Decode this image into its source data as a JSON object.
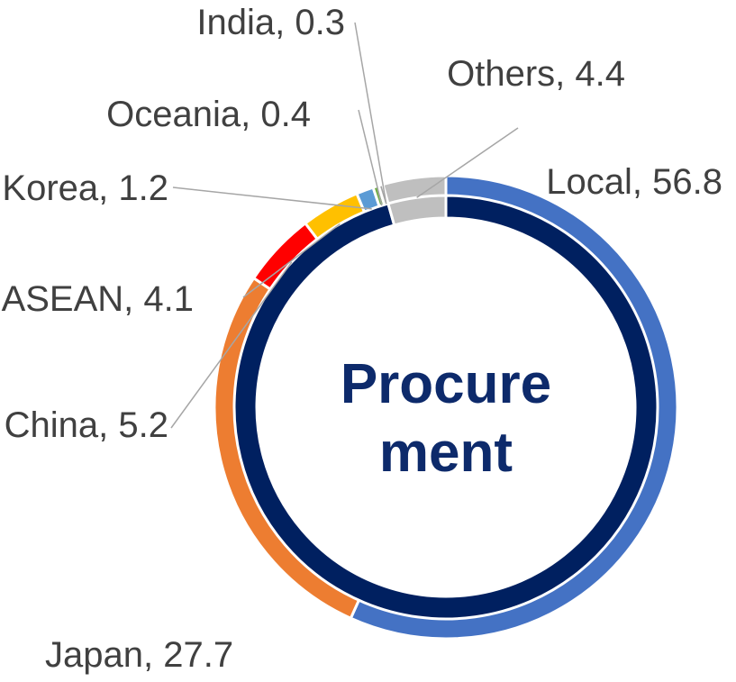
{
  "chart_data": {
    "type": "pie",
    "center_text": [
      "Procure",
      "ment"
    ],
    "series": [
      {
        "ring": "outer",
        "categories": [
          "Local",
          "Japan",
          "China",
          "ASEAN",
          "Korea",
          "Oceania",
          "India",
          "Others"
        ],
        "values": [
          56.8,
          27.7,
          5.2,
          4.1,
          1.2,
          0.4,
          0.3,
          4.4
        ],
        "colors": [
          "#4472c4",
          "#ed7d31",
          "#ff0000",
          "#ffc000",
          "#5b9bd5",
          "#70ad47",
          "#a5a5a5",
          "#bfbfbf"
        ],
        "labels": [
          "Local, 56.8",
          "Japan, 27.7",
          "China, 5.2",
          "ASEAN, 4.1",
          "Korea, 1.2",
          "Oceania, 0.4",
          "India, 0.3",
          "Others, 4.4"
        ]
      },
      {
        "ring": "inner",
        "values": [
          95.6,
          4.4
        ],
        "colors": [
          "#002060",
          "#bfbfbf"
        ]
      }
    ]
  }
}
